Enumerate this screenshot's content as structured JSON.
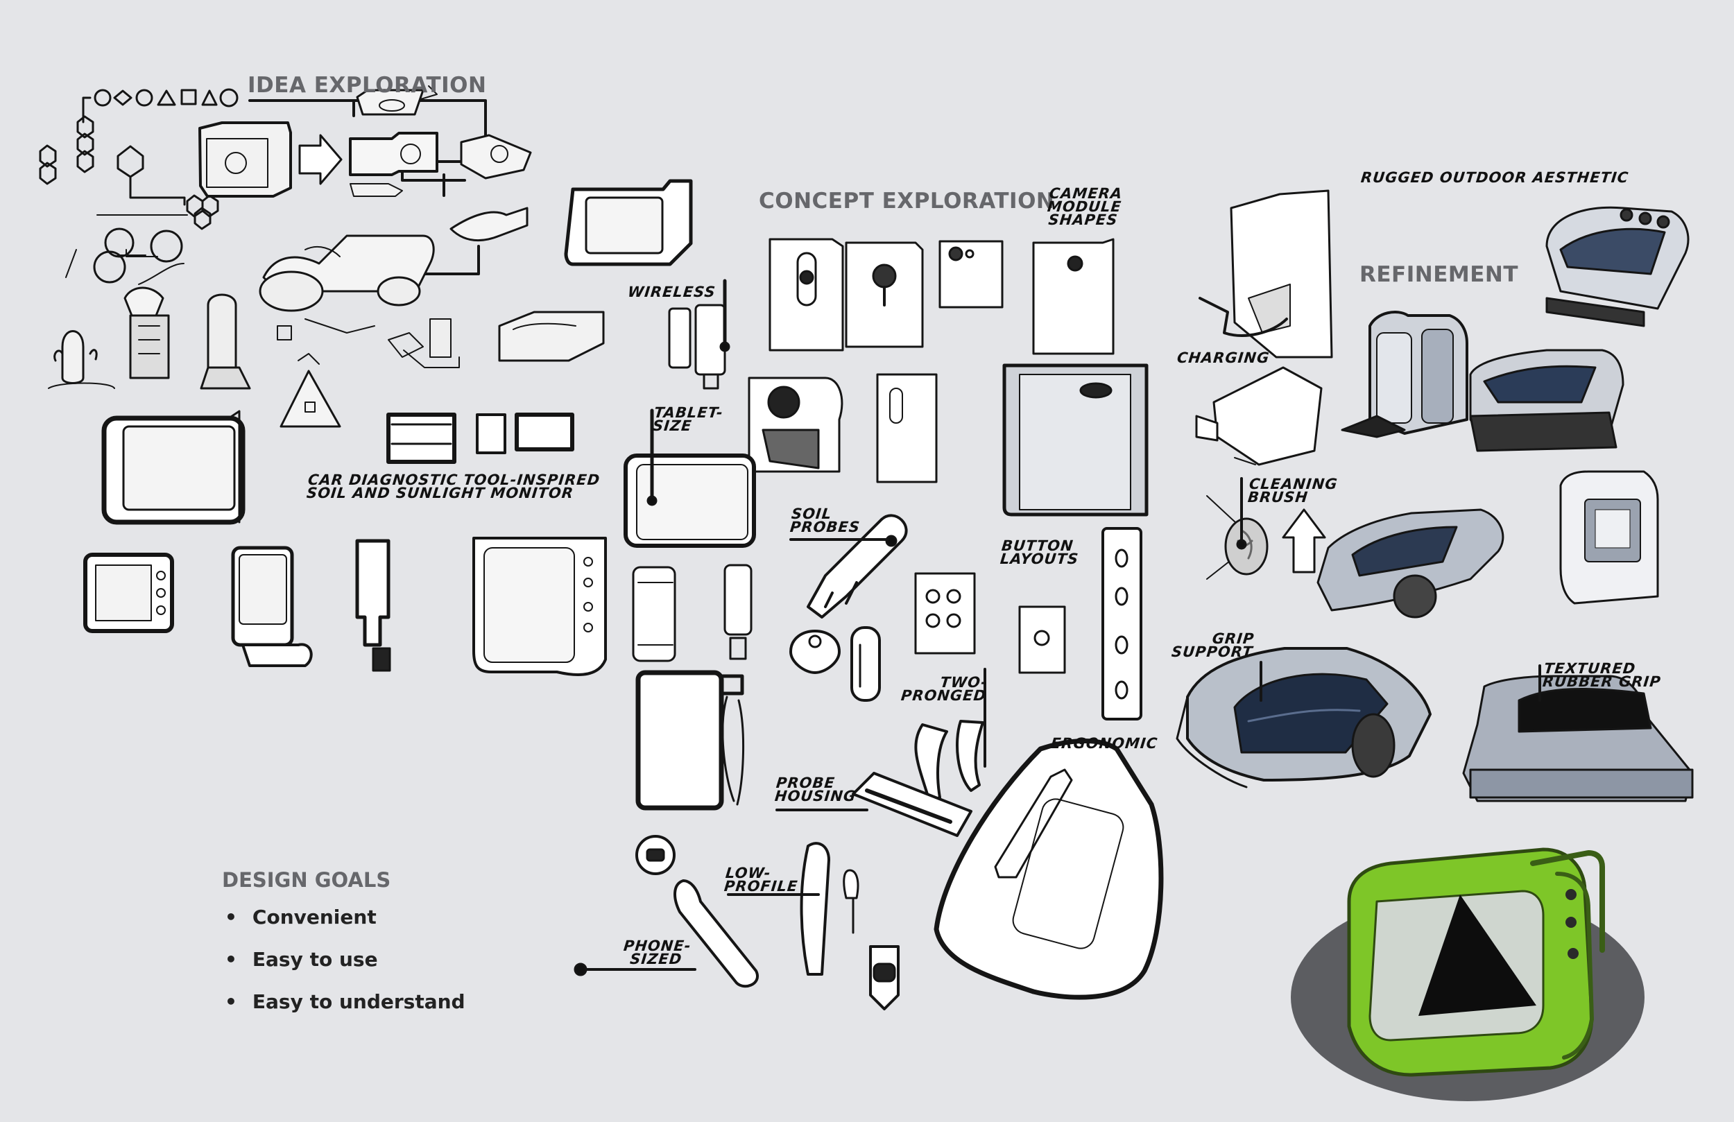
{
  "headings": {
    "idea": "IDEA EXPLORATION",
    "concept": "CONCEPT EXPLORATION",
    "refinement": "REFINEMENT"
  },
  "labels": {
    "car_diag": "CAR DIAGNOSTIC TOOL-INSPIRED\nSOIL AND SUNLIGHT MONITOR",
    "wireless": "WIRELESS",
    "tablet": "TABLET-\nSIZE",
    "camera": "CAMERA\nMODULE\nSHAPES",
    "rugged": "RUGGED OUTDOOR AESTHETIC",
    "charging": "CHARGING",
    "cleaning": "CLEANING\nBRUSH",
    "soil": "SOIL\nPROBES",
    "button": "BUTTON\nLAYOUTS",
    "grip": "GRIP\nSUPPORT",
    "textured": "TEXTURED\nRUBBER GRIP",
    "two_pronged": "TWO-\nPRONGED",
    "ergonomic": "ERGONOMIC",
    "probe_housing": "PROBE\nHOUSING",
    "low_profile": "LOW-\nPROFILE",
    "phone_sized": "PHONE-\nSIZED"
  },
  "design_goals": {
    "title": "DESIGN GOALS",
    "items": [
      "Convenient",
      "Easy to use",
      "Easy to understand"
    ]
  },
  "colors": {
    "background": "#e4e5e8",
    "heading": "#66676b",
    "ink": "#111111",
    "accent_green": "#7ec628",
    "rubber_blue": "#2c3f5a"
  }
}
